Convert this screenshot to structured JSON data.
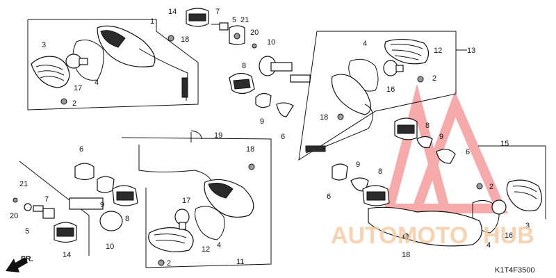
{
  "callouts": {
    "c1": "1",
    "c2a": "2",
    "c2b": "2",
    "c2c": "2",
    "c2d": "2",
    "c3a": "3",
    "c3b": "3",
    "c4a": "4",
    "c4b": "4",
    "c4c": "4",
    "c4d": "4",
    "c5a": "5",
    "c5b": "5",
    "c6a": "6",
    "c6b": "6",
    "c6c": "6",
    "c6d": "6",
    "c7a": "7",
    "c7b": "7",
    "c8a": "8",
    "c8b": "8",
    "c8c": "8",
    "c8d": "8",
    "c9a": "9",
    "c9b": "9",
    "c9c": "9",
    "c9d": "9",
    "c10a": "10",
    "c10b": "10",
    "c11": "11",
    "c12a": "12",
    "c12b": "12",
    "c13": "13",
    "c14a": "14",
    "c14b": "14",
    "c15": "15",
    "c16a": "16",
    "c16b": "16",
    "c17a": "17",
    "c17b": "17",
    "c18a": "18",
    "c18b": "18",
    "c18c": "18",
    "c18d": "18",
    "c19": "19",
    "c20a": "20",
    "c20b": "20",
    "c21a": "21",
    "c21b": "21"
  },
  "direction_label": "FR.",
  "diagram_code": "K1T4F3500",
  "watermark": {
    "text_left": "AUTO",
    "text_mid": "MOTO",
    "text_right": "HUB",
    "color": "#f4a6a6",
    "text_color": "#f6c9a0"
  },
  "colors": {
    "line": "#111111",
    "watermark_red": "#ef4444"
  }
}
